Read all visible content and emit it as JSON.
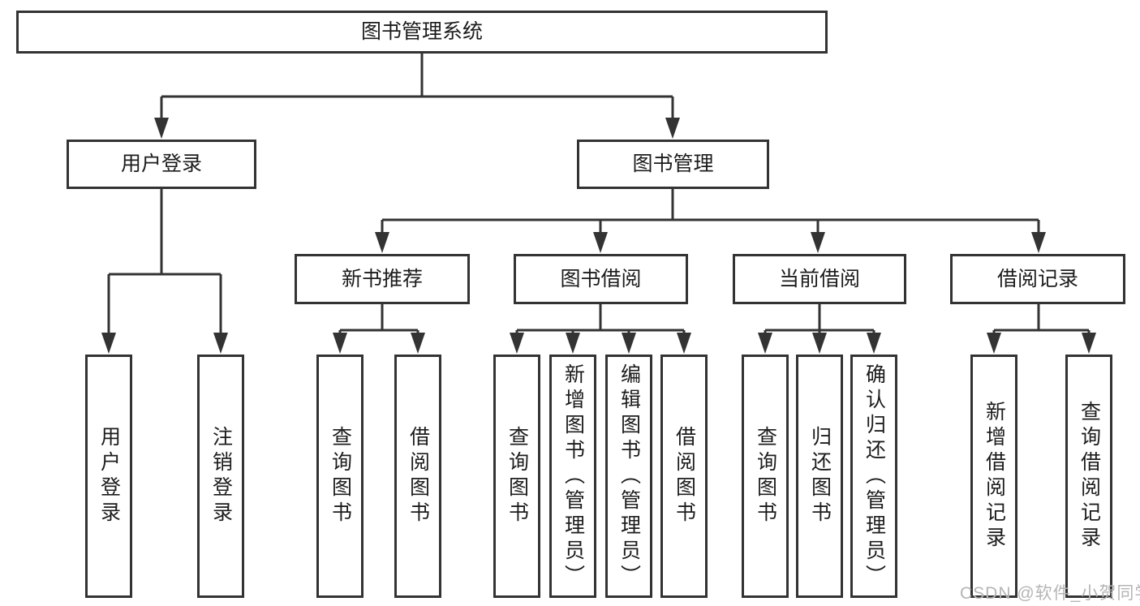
{
  "diagram_type": "hierarchy-tree",
  "colors": {
    "background": "#ffffff",
    "line": "#333333",
    "border": "#333333",
    "text": "#1c1c1c",
    "watermark": "#b5b5b5"
  },
  "tree": {
    "root": {
      "label": "图书管理系统"
    },
    "branches": [
      {
        "label": "用户登录",
        "children": [
          {
            "label": "用户登录"
          },
          {
            "label": "注销登录"
          }
        ]
      },
      {
        "label": "图书管理",
        "children": [
          {
            "label": "新书推荐",
            "children": [
              {
                "label": "查询图书"
              },
              {
                "label": "借阅图书"
              }
            ]
          },
          {
            "label": "图书借阅",
            "children": [
              {
                "label": "查询图书"
              },
              {
                "label": "新增图书（管理员）"
              },
              {
                "label": "编辑图书（管理员）"
              },
              {
                "label": "借阅图书"
              }
            ]
          },
          {
            "label": "当前借阅",
            "children": [
              {
                "label": "查询图书"
              },
              {
                "label": "归还图书"
              },
              {
                "label": "确认归还（管理员）"
              }
            ]
          },
          {
            "label": "借阅记录",
            "children": [
              {
                "label": "新增借阅记录"
              },
              {
                "label": "查询借阅记录"
              }
            ]
          }
        ]
      }
    ]
  },
  "watermark": {
    "text": "CSDN @软件_小贺同学"
  }
}
